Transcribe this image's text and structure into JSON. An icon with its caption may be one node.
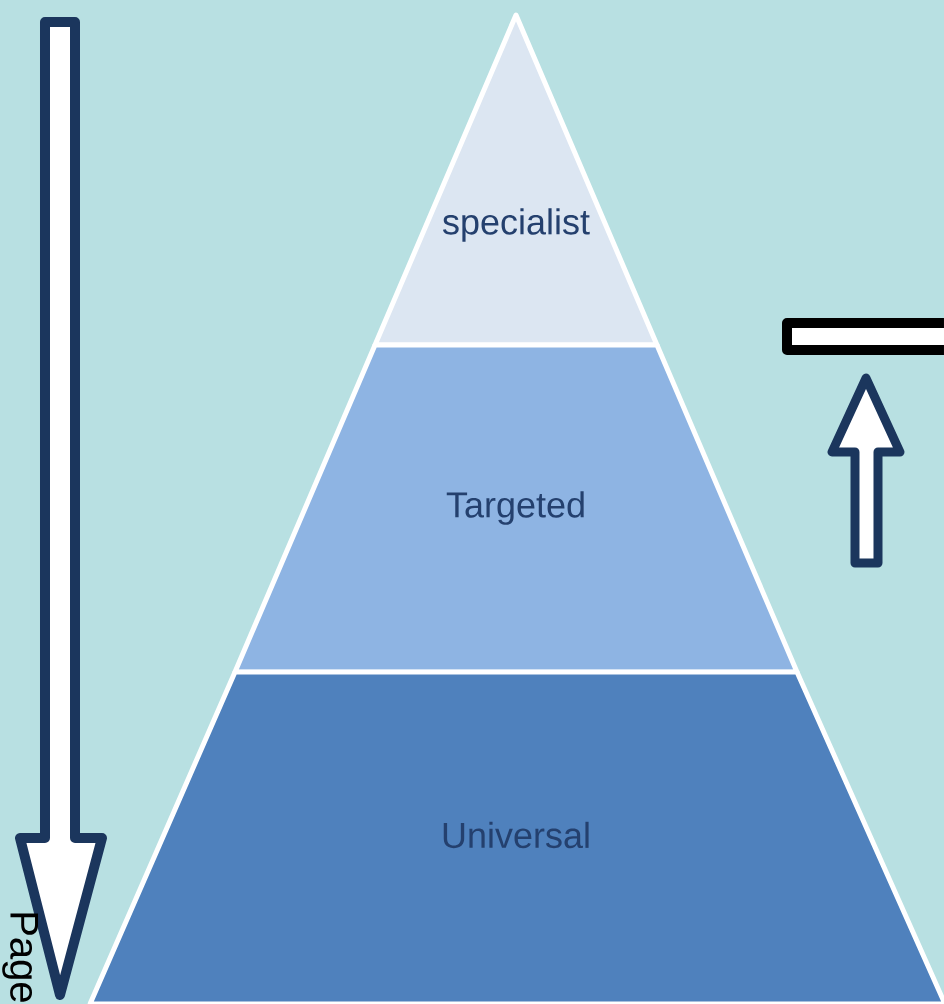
{
  "diagram": {
    "nodes": [
      {
        "text": [
          "specialist"
        ]
      },
      {
        "text": [
          "Targeted"
        ]
      },
      {
        "text": [
          "Universal"
        ]
      }
    ],
    "labels": [
      "Page"
    ]
  }
}
